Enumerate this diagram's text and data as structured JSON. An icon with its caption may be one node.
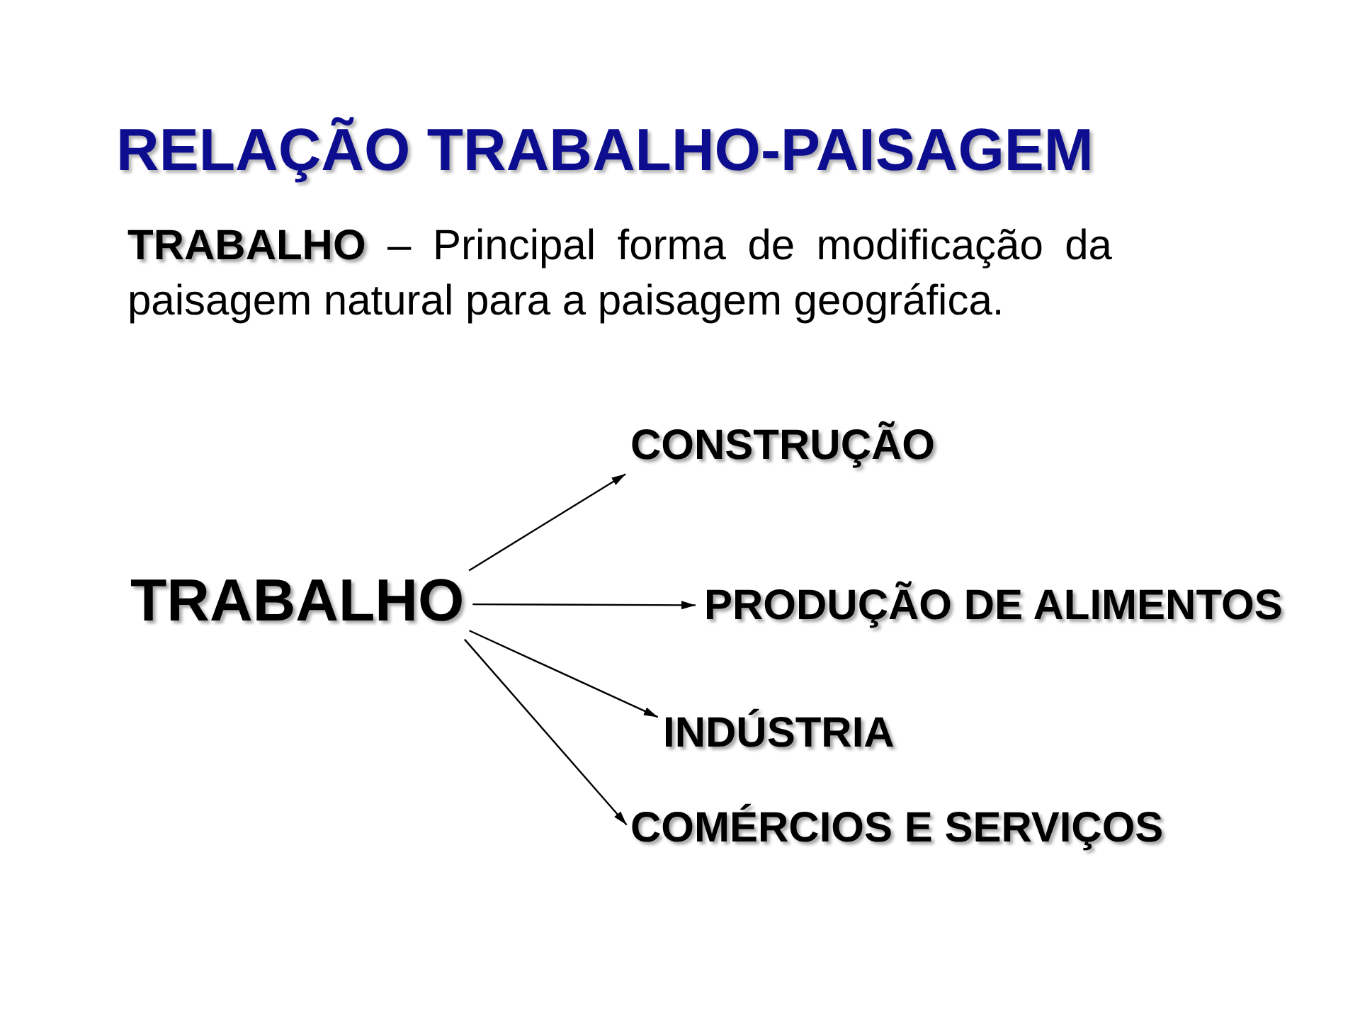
{
  "diagram": {
    "title": "RELAÇÃO TRABALHO-PAISAGEM",
    "nodes": [
      {
        "text": [
          "TRABALHO"
        ]
      },
      {
        "text": [
          "CONSTRUÇÃO"
        ]
      },
      {
        "text": [
          "PRODUÇÃO DE ALIMENTOS"
        ]
      },
      {
        "text": [
          "INDÚSTRIA"
        ]
      },
      {
        "text": [
          "COMÉRCIOS E SERVIÇOS"
        ]
      }
    ],
    "edges": [
      {
        "from": 0,
        "to": 1,
        "arrow": "to"
      },
      {
        "from": 0,
        "to": 2,
        "arrow": "to"
      },
      {
        "from": 0,
        "to": 3,
        "arrow": "to"
      },
      {
        "from": 0,
        "to": 4,
        "arrow": "to"
      }
    ],
    "labels": [
      "**TRABALHO** – Principal forma de modificação da paisagem natural para a paisagem geográfica."
    ]
  }
}
